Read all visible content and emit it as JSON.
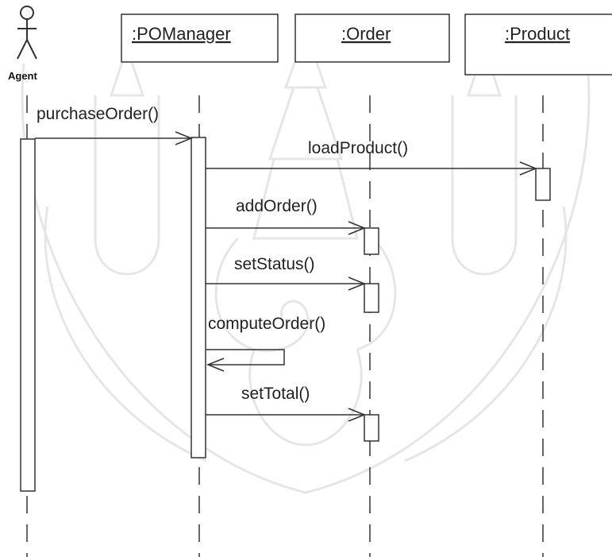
{
  "diagram": {
    "actor": {
      "label": "Agent"
    },
    "objects": [
      {
        "id": "pomanager",
        "label": ":POManager"
      },
      {
        "id": "order",
        "label": ":Order"
      },
      {
        "id": "product",
        "label": ":Product"
      }
    ],
    "messages": [
      {
        "id": "purchase-order",
        "label": "purchaseOrder()",
        "from": "agent",
        "to": "pomanager"
      },
      {
        "id": "load-product",
        "label": "loadProduct()",
        "from": "pomanager",
        "to": "product"
      },
      {
        "id": "add-order",
        "label": "addOrder()",
        "from": "pomanager",
        "to": "order"
      },
      {
        "id": "set-status",
        "label": "setStatus()",
        "from": "pomanager",
        "to": "order"
      },
      {
        "id": "compute-order",
        "label": "computeOrder()",
        "from": "pomanager",
        "to": "pomanager"
      },
      {
        "id": "set-total",
        "label": "setTotal()",
        "from": "pomanager",
        "to": "order"
      }
    ],
    "colors": {
      "line": "#333333",
      "box_fill": "#ffffff",
      "watermark": "#6b6b6b"
    }
  }
}
